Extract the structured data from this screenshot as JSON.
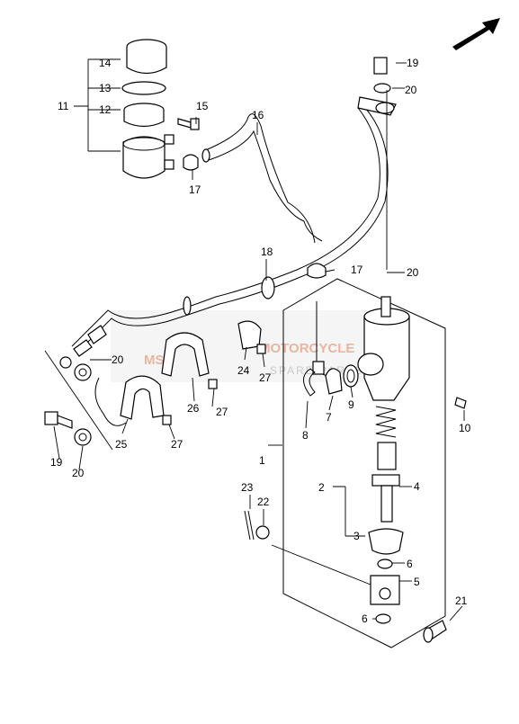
{
  "diagram": {
    "parts": [
      {
        "id": "p1",
        "label": "1"
      },
      {
        "id": "p2",
        "label": "2"
      },
      {
        "id": "p3",
        "label": "3"
      },
      {
        "id": "p4",
        "label": "4"
      },
      {
        "id": "p5",
        "label": "5"
      },
      {
        "id": "p6a",
        "label": "6"
      },
      {
        "id": "p6b",
        "label": "6"
      },
      {
        "id": "p7",
        "label": "7"
      },
      {
        "id": "p8",
        "label": "8"
      },
      {
        "id": "p9",
        "label": "9"
      },
      {
        "id": "p10",
        "label": "10"
      },
      {
        "id": "p11",
        "label": "11"
      },
      {
        "id": "p12",
        "label": "12"
      },
      {
        "id": "p13",
        "label": "13"
      },
      {
        "id": "p14",
        "label": "14"
      },
      {
        "id": "p15",
        "label": "15"
      },
      {
        "id": "p16",
        "label": "16"
      },
      {
        "id": "p17a",
        "label": "17"
      },
      {
        "id": "p17b",
        "label": "17"
      },
      {
        "id": "p18",
        "label": "18"
      },
      {
        "id": "p19a",
        "label": "19"
      },
      {
        "id": "p19b",
        "label": "19"
      },
      {
        "id": "p20a",
        "label": "20"
      },
      {
        "id": "p20b",
        "label": "20"
      },
      {
        "id": "p20c",
        "label": "20"
      },
      {
        "id": "p20d",
        "label": "20"
      },
      {
        "id": "p21",
        "label": "21"
      },
      {
        "id": "p22",
        "label": "22"
      },
      {
        "id": "p23",
        "label": "23"
      },
      {
        "id": "p24",
        "label": "24"
      },
      {
        "id": "p25",
        "label": "25"
      },
      {
        "id": "p26",
        "label": "26"
      },
      {
        "id": "p27a",
        "label": "27"
      },
      {
        "id": "p27b",
        "label": "27"
      },
      {
        "id": "p27c",
        "label": "27"
      }
    ],
    "watermark": {
      "logo": "MSP",
      "line1": "MOTORCYCLE",
      "line2": "SPARE PARTS"
    },
    "arrow_icon": "front-direction-arrow-icon"
  }
}
